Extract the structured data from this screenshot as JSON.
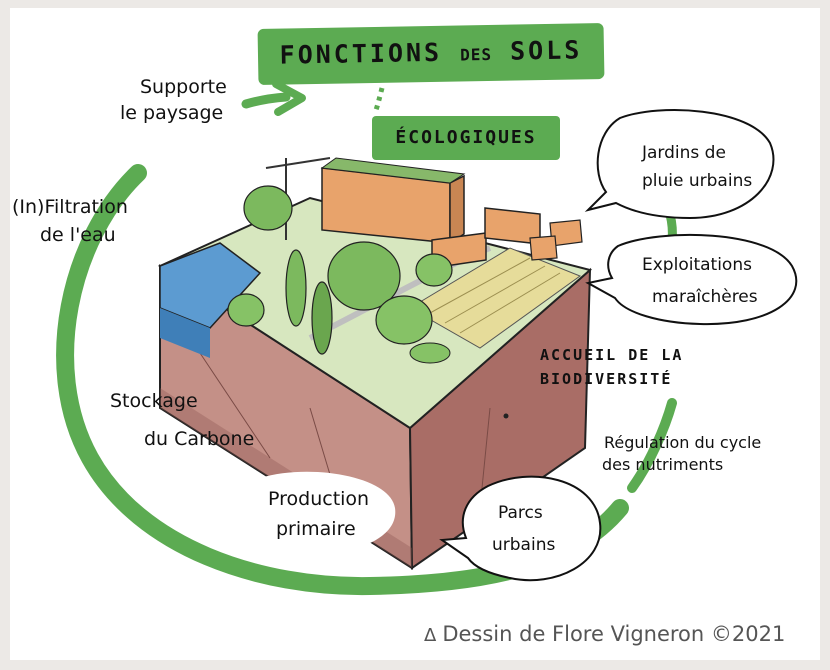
{
  "title": {
    "main": "FONCTIONS",
    "small": "DES",
    "end": "SOLS"
  },
  "subtitle": "ÉCOLOGIQUES",
  "labels": {
    "supporte_l1": "Supporte",
    "supporte_l2": "le paysage",
    "filtration_l1": "(In)Filtration",
    "filtration_l2": "de l'eau",
    "stockage_l1": "Stockage",
    "stockage_l2": "du Carbone",
    "production_l1": "Production",
    "production_l2": "primaire",
    "parcs_l1": "Parcs",
    "parcs_l2": "urbains",
    "regulation_l1": "Régulation du cycle",
    "regulation_l2": "des nutriments",
    "accueil_l1": "ACCUEIL DE LA",
    "accueil_l2": "BIODIVERSITÉ",
    "exploitations_l1": "Exploitations",
    "exploitations_l2": "maraîchères",
    "jardins_l1": "Jardins de",
    "jardins_l2": "pluie urbains"
  },
  "credit": {
    "symbol": "Δ",
    "text": "Dessin de Flore Vigneron ©2021"
  },
  "colors": {
    "green": "#5cab52",
    "soil": "#b98079",
    "grass": "#d7e7bf",
    "water": "#5c9bd1",
    "building": "#e8a36b"
  }
}
